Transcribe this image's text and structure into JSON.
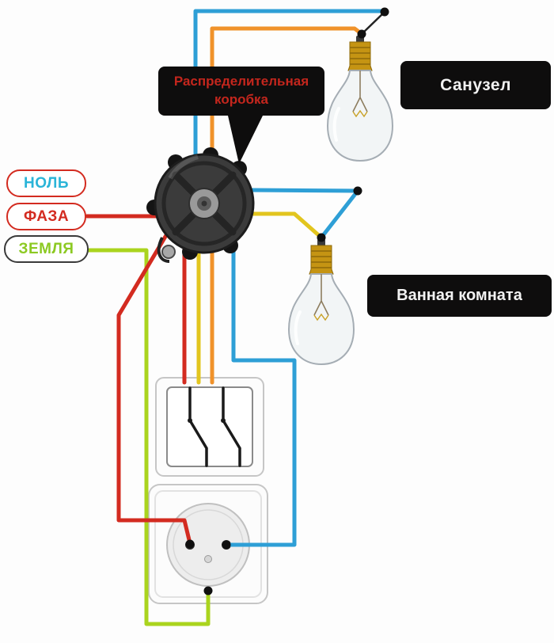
{
  "diagram": {
    "labels": {
      "junction_box_line1": "Распределительная",
      "junction_box_line2": "коробка",
      "room_top": "Санузел",
      "room_bottom": "Ванная комната",
      "neutral": "НОЛЬ",
      "phase": "ФАЗА",
      "ground": "ЗЕМЛЯ"
    },
    "colors": {
      "neutral_wire": "#2e9fd6",
      "phase_wire": "#d32b20",
      "ground_wire": "#aad41e",
      "switched_wire_1": "#f0922a",
      "switched_wire_2": "#e2c51e",
      "label_box_bg": "#0e0d0d",
      "junction_label_text": "#c4261d",
      "room_label_text": "#f2f2f2",
      "neutral_label_text": "#2ab4d8",
      "phase_label_text": "#d32b20",
      "ground_label_text": "#8cc922"
    }
  }
}
